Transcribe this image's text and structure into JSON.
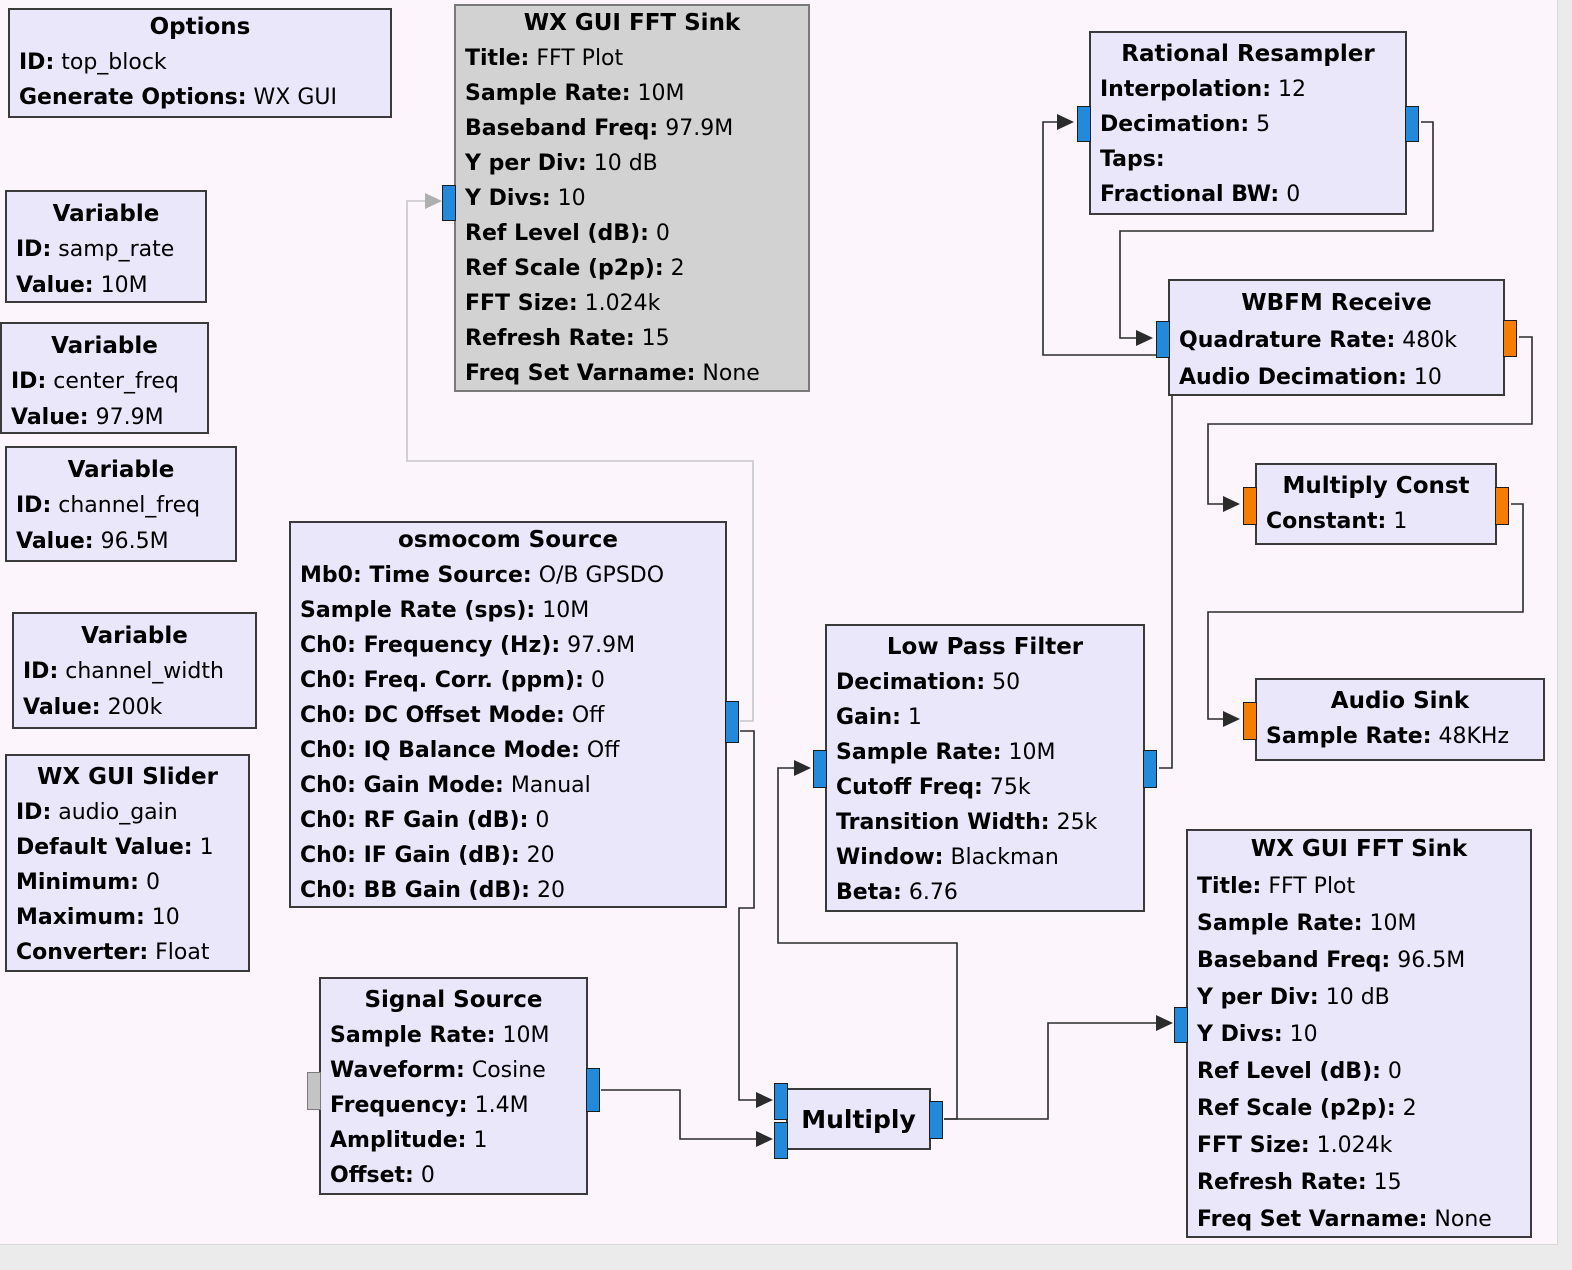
{
  "app": {
    "name": "GNU Radio Companion flowgraph canvas"
  },
  "colors": {
    "canvas": "#FCF6FC",
    "chrome": "#EBEBEB",
    "block_fill": "#E9E7F9",
    "block_selected_fill": "#D2D2D2",
    "port_complex": "#2389DB",
    "port_float": "#F57D00",
    "port_message": "#C4C4C4",
    "wire": "#2B2B2B",
    "wire_dim": "#C6C6C6"
  },
  "blocks": [
    {
      "title": "Options",
      "state": "normal",
      "params": [
        {
          "label": "ID:",
          "value": "top_block"
        },
        {
          "label": "Generate Options:",
          "value": "WX GUI"
        }
      ]
    },
    {
      "title": "Variable",
      "state": "normal",
      "params": [
        {
          "label": "ID:",
          "value": "samp_rate"
        },
        {
          "label": "Value:",
          "value": "10M"
        }
      ]
    },
    {
      "title": "Variable",
      "state": "normal",
      "params": [
        {
          "label": "ID:",
          "value": "center_freq"
        },
        {
          "label": "Value:",
          "value": "97.9M"
        }
      ]
    },
    {
      "title": "Variable",
      "state": "normal",
      "params": [
        {
          "label": "ID:",
          "value": "channel_freq"
        },
        {
          "label": "Value:",
          "value": "96.5M"
        }
      ]
    },
    {
      "title": "Variable",
      "state": "normal",
      "params": [
        {
          "label": "ID:",
          "value": "channel_width"
        },
        {
          "label": "Value:",
          "value": "200k"
        }
      ]
    },
    {
      "title": "WX GUI Slider",
      "state": "normal",
      "params": [
        {
          "label": "ID:",
          "value": "audio_gain"
        },
        {
          "label": "Default Value:",
          "value": "1"
        },
        {
          "label": "Minimum:",
          "value": "0"
        },
        {
          "label": "Maximum:",
          "value": "10"
        },
        {
          "label": "Converter:",
          "value": "Float"
        }
      ]
    },
    {
      "title": "WX GUI FFT Sink",
      "state": "selected",
      "params": [
        {
          "label": "Title:",
          "value": "FFT Plot"
        },
        {
          "label": "Sample Rate:",
          "value": "10M"
        },
        {
          "label": "Baseband Freq:",
          "value": "97.9M"
        },
        {
          "label": "Y per Div:",
          "value": "10 dB"
        },
        {
          "label": "Y Divs:",
          "value": "10"
        },
        {
          "label": "Ref Level (dB):",
          "value": "0"
        },
        {
          "label": "Ref Scale (p2p):",
          "value": "2"
        },
        {
          "label": "FFT Size:",
          "value": "1.024k"
        },
        {
          "label": "Refresh Rate:",
          "value": "15"
        },
        {
          "label": "Freq Set Varname:",
          "value": "None"
        }
      ]
    },
    {
      "title": "osmocom Source",
      "state": "normal",
      "params": [
        {
          "label": "Mb0: Time Source:",
          "value": "O/B GPSDO"
        },
        {
          "label": "Sample Rate (sps):",
          "value": "10M"
        },
        {
          "label": "Ch0: Frequency (Hz):",
          "value": "97.9M"
        },
        {
          "label": "Ch0: Freq. Corr. (ppm):",
          "value": "0"
        },
        {
          "label": "Ch0: DC Offset Mode:",
          "value": "Off"
        },
        {
          "label": "Ch0: IQ Balance Mode:",
          "value": "Off"
        },
        {
          "label": "Ch0: Gain Mode:",
          "value": "Manual"
        },
        {
          "label": "Ch0: RF Gain (dB):",
          "value": "0"
        },
        {
          "label": "Ch0: IF Gain (dB):",
          "value": "20"
        },
        {
          "label": "Ch0: BB Gain (dB):",
          "value": "20"
        }
      ]
    },
    {
      "title": "Signal Source",
      "state": "normal",
      "params": [
        {
          "label": "Sample Rate:",
          "value": "10M"
        },
        {
          "label": "Waveform:",
          "value": "Cosine"
        },
        {
          "label": "Frequency:",
          "value": "1.4M"
        },
        {
          "label": "Amplitude:",
          "value": "1"
        },
        {
          "label": "Offset:",
          "value": "0"
        }
      ]
    },
    {
      "title": "Multiply",
      "state": "normal",
      "params": []
    },
    {
      "title": "Low Pass Filter",
      "state": "normal",
      "params": [
        {
          "label": "Decimation:",
          "value": "50"
        },
        {
          "label": "Gain:",
          "value": "1"
        },
        {
          "label": "Sample Rate:",
          "value": "10M"
        },
        {
          "label": "Cutoff Freq:",
          "value": "75k"
        },
        {
          "label": "Transition Width:",
          "value": "25k"
        },
        {
          "label": "Window:",
          "value": "Blackman"
        },
        {
          "label": "Beta:",
          "value": "6.76"
        }
      ]
    },
    {
      "title": "Rational Resampler",
      "state": "normal",
      "params": [
        {
          "label": "Interpolation:",
          "value": "12"
        },
        {
          "label": "Decimation:",
          "value": "5"
        },
        {
          "label": "Taps:",
          "value": ""
        },
        {
          "label": "Fractional BW:",
          "value": "0"
        }
      ]
    },
    {
      "title": "WBFM Receive",
      "state": "normal",
      "params": [
        {
          "label": "Quadrature Rate:",
          "value": "480k"
        },
        {
          "label": "Audio Decimation:",
          "value": "10"
        }
      ]
    },
    {
      "title": "Multiply Const",
      "state": "normal",
      "params": [
        {
          "label": "Constant:",
          "value": "1"
        }
      ]
    },
    {
      "title": "Audio Sink",
      "state": "normal",
      "params": [
        {
          "label": "Sample Rate:",
          "value": "48KHz"
        }
      ]
    },
    {
      "title": "WX GUI FFT Sink",
      "state": "normal",
      "params": [
        {
          "label": "Title:",
          "value": "FFT Plot"
        },
        {
          "label": "Sample Rate:",
          "value": "10M"
        },
        {
          "label": "Baseband Freq:",
          "value": "96.5M"
        },
        {
          "label": "Y per Div:",
          "value": "10 dB"
        },
        {
          "label": "Y Divs:",
          "value": "10"
        },
        {
          "label": "Ref Level (dB):",
          "value": "0"
        },
        {
          "label": "Ref Scale (p2p):",
          "value": "2"
        },
        {
          "label": "FFT Size:",
          "value": "1.024k"
        },
        {
          "label": "Refresh Rate:",
          "value": "15"
        },
        {
          "label": "Freq Set Varname:",
          "value": "None"
        }
      ]
    }
  ]
}
